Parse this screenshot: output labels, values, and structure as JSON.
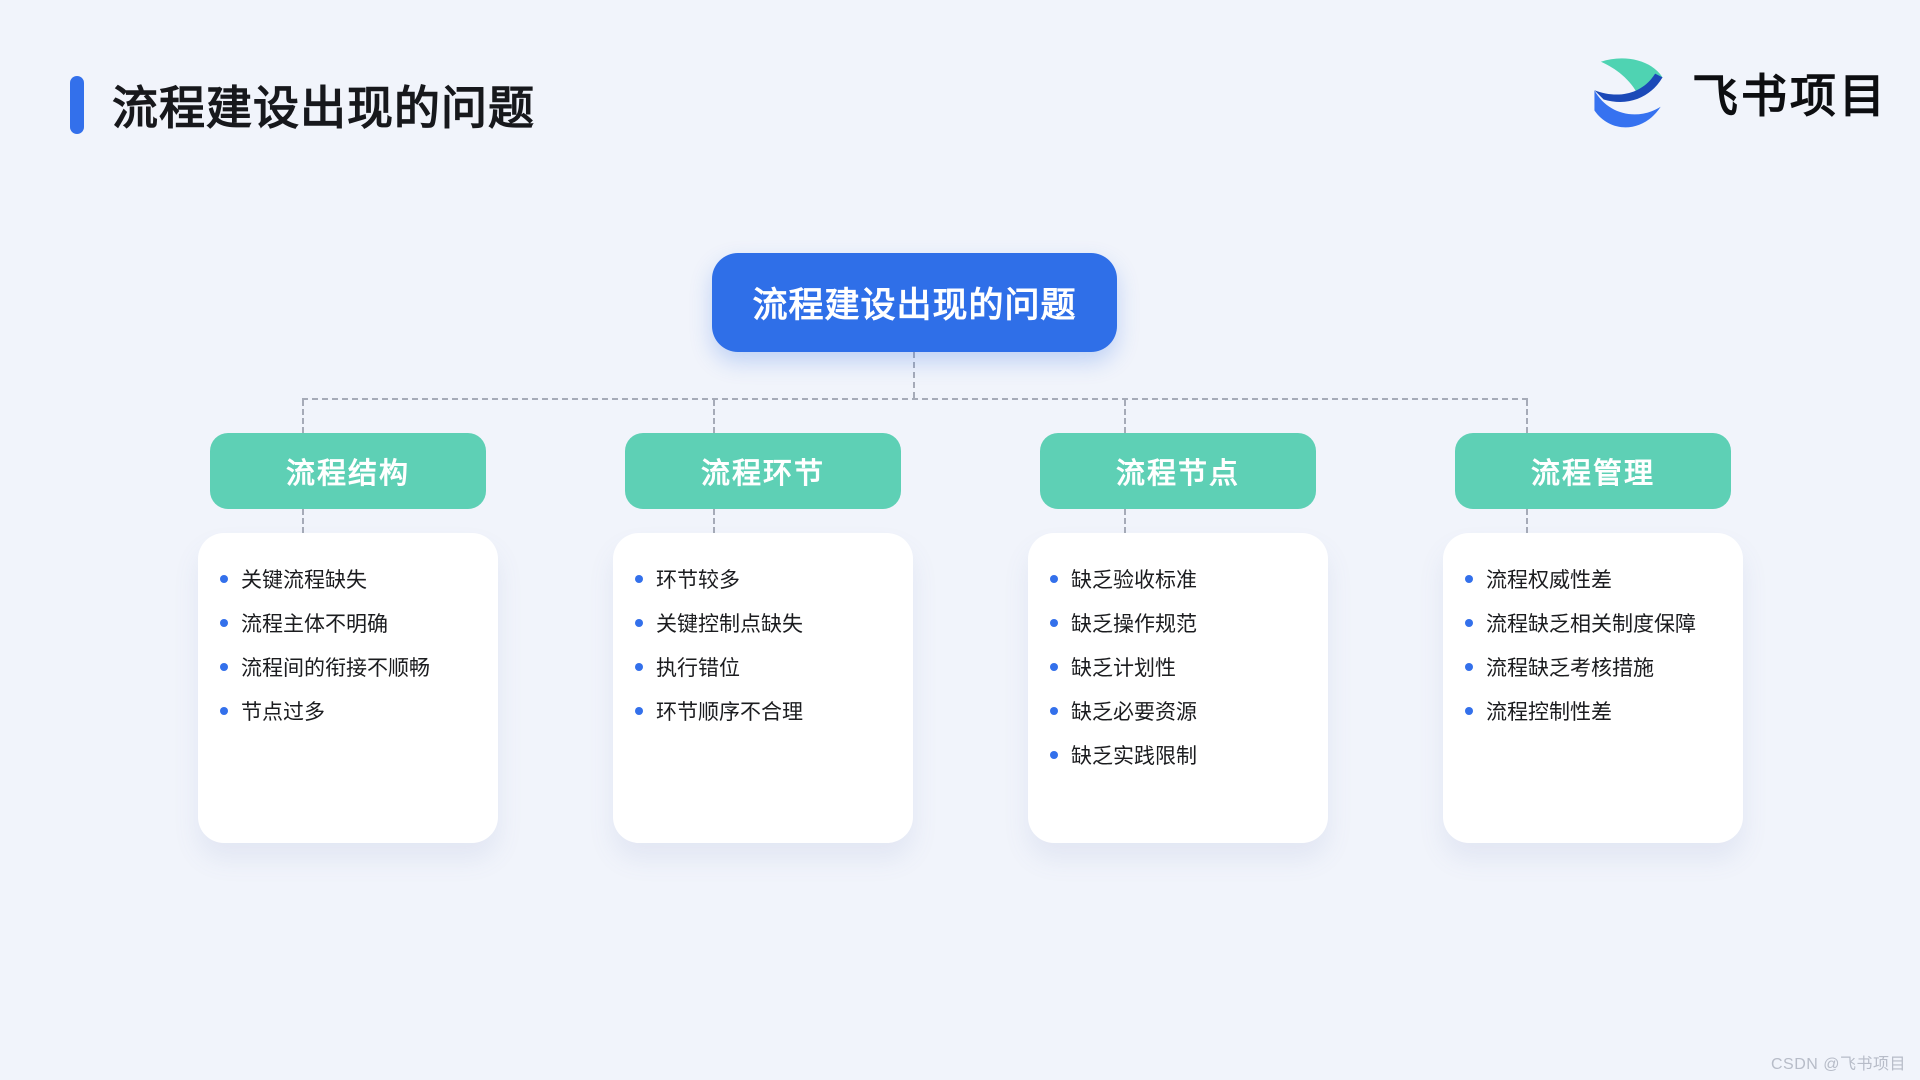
{
  "page": {
    "title": "流程建设出现的问题",
    "watermark": "CSDN @飞书项目"
  },
  "logo": {
    "text": "飞书项目",
    "icon": "feishu-bird-icon"
  },
  "tree": {
    "root": "流程建设出现的问题",
    "branches": [
      {
        "label": "流程结构",
        "items": [
          "关键流程缺失",
          "流程主体不明确",
          "流程间的衔接不顺畅",
          "节点过多"
        ]
      },
      {
        "label": "流程环节",
        "items": [
          "环节较多",
          "关键控制点缺失",
          "执行错位",
          "环节顺序不合理"
        ]
      },
      {
        "label": "流程节点",
        "items": [
          "缺乏验收标准",
          "缺乏操作规范",
          "缺乏计划性",
          "缺乏必要资源",
          "缺乏实践限制"
        ]
      },
      {
        "label": "流程管理",
        "items": [
          "流程权威性差",
          "流程缺乏相关制度保障",
          "流程缺乏考核措施",
          "流程控制性差"
        ]
      }
    ]
  },
  "colors": {
    "background": "#F1F4FB",
    "accent_blue": "#3370EB",
    "root_blue": "#2F6FE8",
    "node_green": "#5ED0B5",
    "card_white": "#FFFFFF",
    "connector_gray": "#A6ABB8",
    "bullet_blue": "#3370EB",
    "text_dark": "#1B1C1F",
    "logo_teal": "#4FD3B2",
    "logo_navy": "#1B49B8",
    "logo_blue": "#3672F0"
  }
}
